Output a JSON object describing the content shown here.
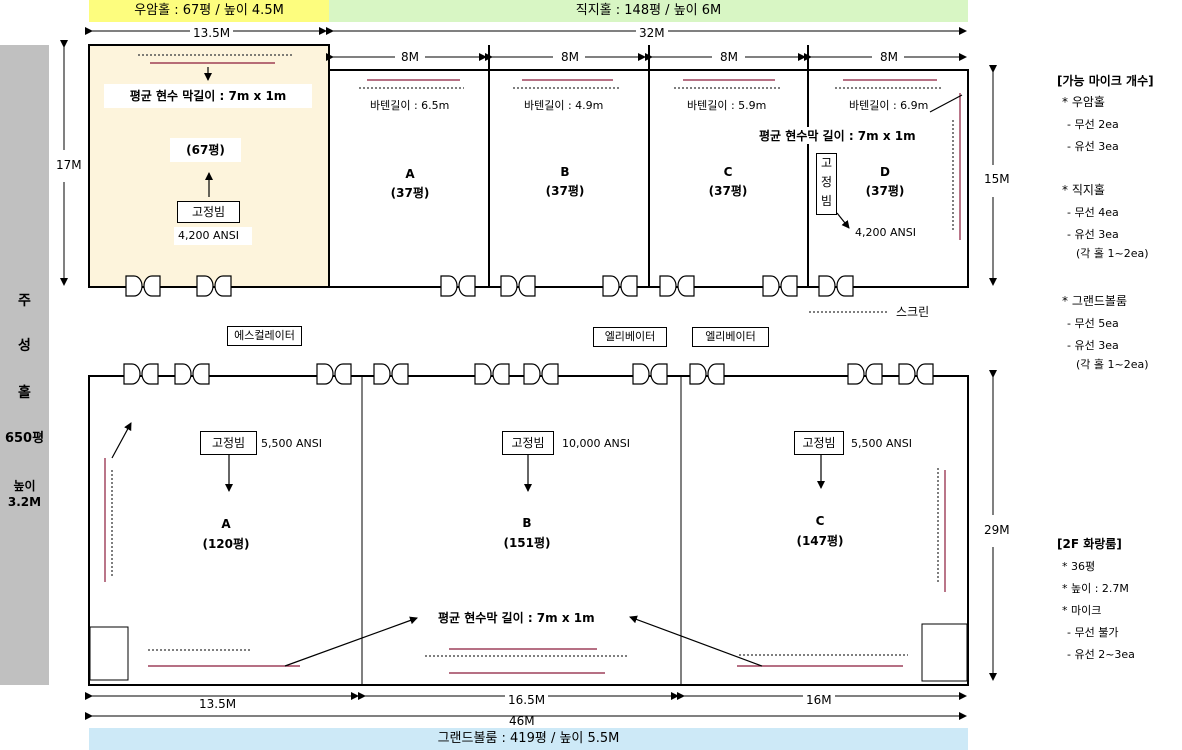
{
  "banners": {
    "uam": "우암홀 : 67평 / 높이 4.5M",
    "jikji": "직지홀 : 148평 / 높이 6M",
    "grand": "그랜드볼룸 : 419평 / 높이 5.5M"
  },
  "dims": {
    "uam_width": "13.5M",
    "jikji_width": "32M",
    "room_8m": "8M",
    "top_height": "17M",
    "jikji_height": "15M",
    "grand_height": "29M",
    "grand_a_width": "13.5M",
    "grand_b_width": "16.5M",
    "grand_c_width": "16M",
    "grand_total": "46M"
  },
  "side": {
    "c1": "주",
    "c2": "성",
    "c3": "홀",
    "area": "650평",
    "height_label": "높이",
    "height_val": "3.2M"
  },
  "uam": {
    "screen": "평균 현수 막길이 : 7m x 1m",
    "area": "(67평)",
    "beam": "고정빔",
    "ansi": "4,200 ANSI"
  },
  "jikji": {
    "a_batten": "바텐길이 : 6.5m",
    "b_batten": "바텐길이 : 4.9m",
    "c_batten": "바텐길이 : 5.9m",
    "d_batten": "바텐길이 : 6.9m",
    "screen": "평균 현수막 길이 : 7m x 1m",
    "a_name": "A",
    "a_area": "(37평)",
    "b_name": "B",
    "b_area": "(37평)",
    "c_name": "C",
    "c_area": "(37평)",
    "d_name": "D",
    "d_area": "(37평)",
    "beam_v1": "고",
    "beam_v2": "정",
    "beam_v3": "빔",
    "ansi": "4,200 ANSI",
    "screen_legend": "스크린"
  },
  "lobby": {
    "escalator": "에스컬레이터",
    "elevator1": "엘리베이터",
    "elevator2": "엘리베이터"
  },
  "grand": {
    "a_beam": "고정빔",
    "a_ansi": "5,500 ANSI",
    "a_name": "A",
    "a_area": "(120평)",
    "b_beam": "고정빔",
    "b_ansi": "10,000 ANSI",
    "b_name": "B",
    "b_area": "(151평)",
    "c_beam": "고정빔",
    "c_ansi": "5,500 ANSI",
    "c_name": "C",
    "c_area": "(147평)",
    "screen": "평균 현수막 길이 : 7m x 1m"
  },
  "mic": {
    "title": "[가능 마이크 개수]",
    "uam": "* 우암홀",
    "uam_wl": "- 무선 2ea",
    "uam_wd": "- 유선 3ea",
    "jikji": "* 직지홀",
    "jikji_wl": "- 무선 4ea",
    "jikji_wd": "- 유선 3ea",
    "jikji_each": "(각 홀 1~2ea)",
    "grand": "* 그랜드볼룸",
    "grand_wl": "- 무선 5ea",
    "grand_wd": "- 유선 3ea",
    "grand_each": "(각 홀 1~2ea)"
  },
  "f2": {
    "title": "[2F 화랑룸]",
    "area": "* 36평",
    "height": "* 높이 : 2.7M",
    "mic": "* 마이크",
    "wl": "- 무선 불가",
    "wd": "- 유선 2~3ea"
  },
  "colors": {
    "uam_bg": "#fdf4dc",
    "banner_yellow": "#fdfd7e",
    "banner_green": "#d8f6c4",
    "banner_blue": "#cde9f7",
    "side_gray": "#c0c0c0",
    "maroon": "#8b1a3a"
  }
}
